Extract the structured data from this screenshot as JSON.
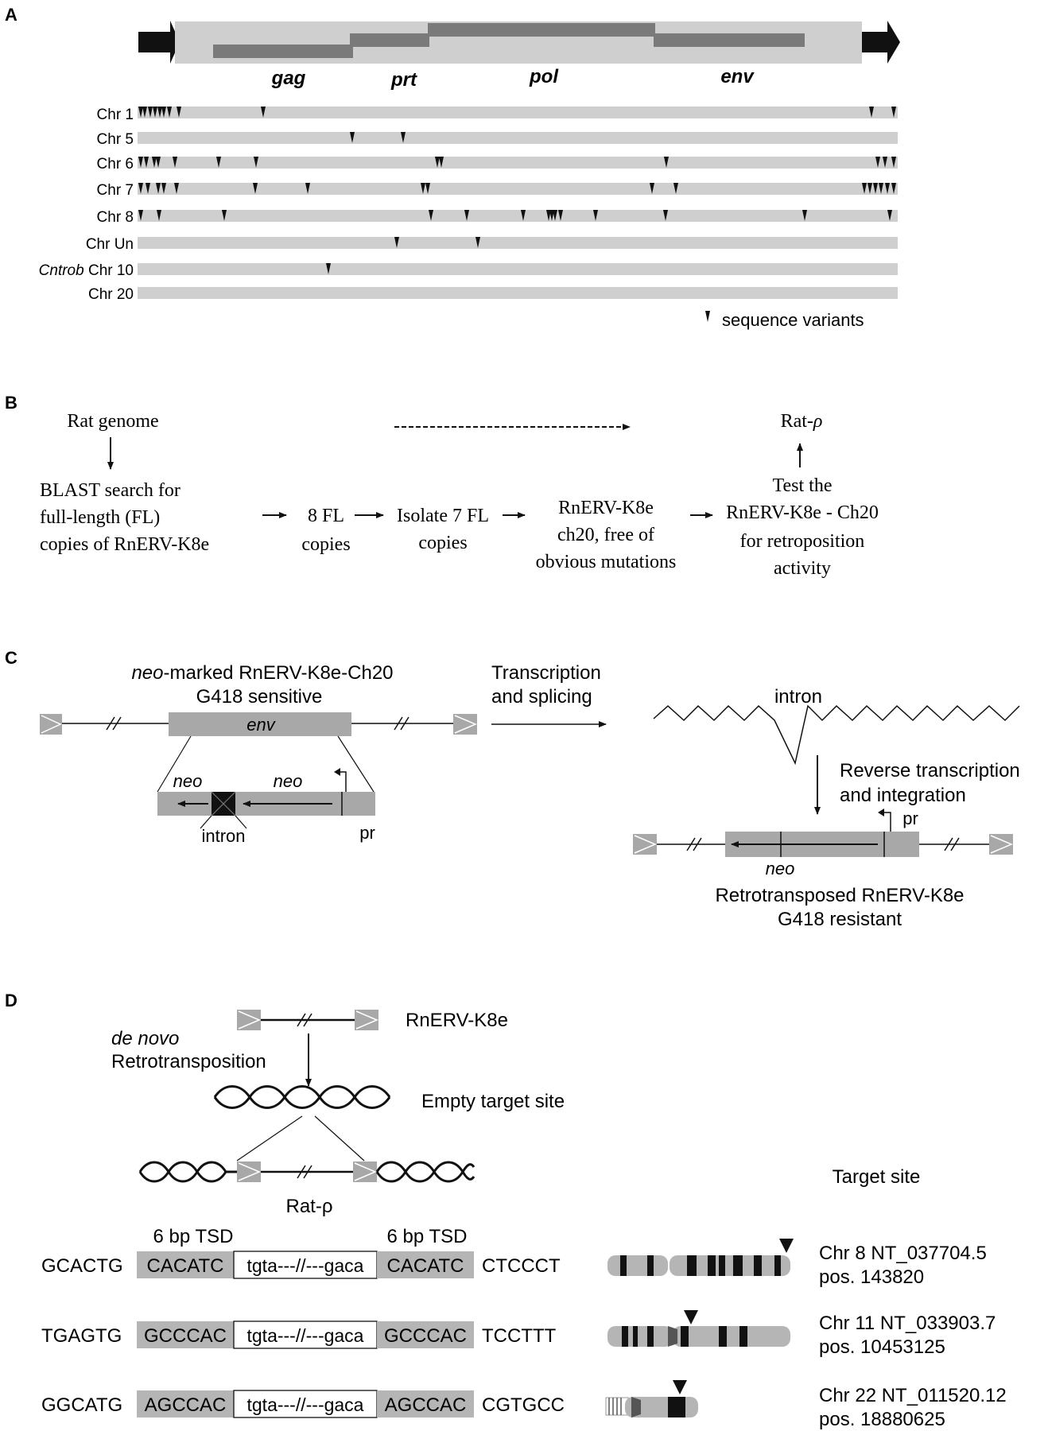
{
  "panel_labels": {
    "a": "A",
    "b": "B",
    "c": "C",
    "d": "D"
  },
  "panel_a": {
    "genes": [
      "gag",
      "prt",
      "pol",
      "env"
    ],
    "tracks": [
      {
        "label": "Chr 1"
      },
      {
        "label": "Chr 5"
      },
      {
        "label": "Chr 6"
      },
      {
        "label": "Chr 7"
      },
      {
        "label": "Chr 8"
      },
      {
        "label": "Chr Un"
      },
      {
        "label_italic": "Cntrob",
        "label": "Chr 10"
      },
      {
        "label": "Chr 20"
      }
    ],
    "legend": "sequence variants"
  },
  "panel_b": {
    "rat_genome": "Rat genome",
    "blast_lines": [
      "BLAST search for",
      "full-length (FL)",
      "copies of RnERV-K8e"
    ],
    "fl_copies_lines": [
      "8 FL",
      "copies"
    ],
    "isolate_lines": [
      "Isolate 7 FL",
      "copies"
    ],
    "rnerv_lines": [
      "RnERV-K8e",
      "ch20, free of",
      "obvious mutations"
    ],
    "test_lines": [
      "Test the",
      "RnERV-K8e - Ch20",
      "for retroposition",
      "activity"
    ],
    "rat_rho_prefix": "Rat-",
    "rat_rho_symbol": "ρ"
  },
  "panel_c": {
    "neo_marked_italic": "neo",
    "neo_marked_rest": "-marked RnERV-K8e-Ch20",
    "g418_sensitive": "G418 sensitive",
    "env": "env",
    "neo": "neo",
    "intron": "intron",
    "pr": "pr",
    "transcription_lines": [
      "Transcription",
      "and splicing"
    ],
    "rt_lines": [
      "Reverse transcription",
      "and integration"
    ],
    "retro_lines": [
      "Retrotransposed RnERV-K8e",
      "G418 resistant"
    ]
  },
  "panel_d": {
    "rnerv": "RnERV-K8e",
    "de_novo": "de novo",
    "retrotransposition": "Retrotransposition",
    "empty_target": "Empty target site",
    "rat_rho": "Rat-ρ",
    "tsd": "6 bp TSD",
    "target_site_header": "Target site",
    "insert": "tgta---//---gaca",
    "rows": [
      {
        "left": "GCACTG",
        "tsd": "CACATC",
        "right": "CTCCCT",
        "site_1": "Chr 8 NT_037704.5",
        "site_2": "pos. 143820"
      },
      {
        "left": "TGAGTG",
        "tsd": "GCCCAC",
        "right": "TCCTTT",
        "site_1": "Chr 11 NT_033903.7",
        "site_2": "pos. 10453125"
      },
      {
        "left": "GGCATG",
        "tsd": "AGCCAC",
        "right": "CGTGCC",
        "site_1": "Chr 22 NT_011520.12",
        "site_2": "pos. 18880625"
      }
    ]
  },
  "colors": {
    "light_gray": "#cfcfcf",
    "mid_gray": "#a8a8a8",
    "dark_gray": "#7a7a7a",
    "black": "#111111"
  }
}
